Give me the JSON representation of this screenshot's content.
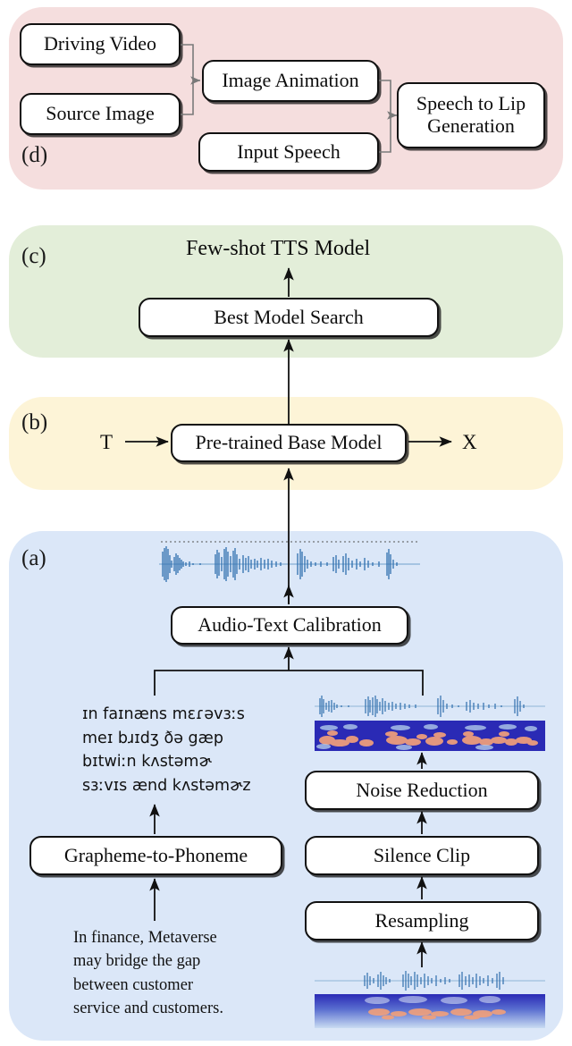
{
  "figure": {
    "title": "Few-shot TTS and Speech-to-Lip pipeline diagram",
    "panels": [
      {
        "id": "d",
        "label": "(d)",
        "color": "#f5dede"
      },
      {
        "id": "c",
        "label": "(c)",
        "color": "#e3eed9"
      },
      {
        "id": "b",
        "label": "(b)",
        "color": "#fdf4d7"
      },
      {
        "id": "a",
        "label": "(a)",
        "color": "#dbe7f8"
      }
    ]
  },
  "panel_d": {
    "label": "(d)",
    "bg": "#f5dede",
    "nodes": {
      "driving_video": "Driving Video",
      "source_image": "Source Image",
      "image_animation": "Image Animation",
      "input_speech": "Input Speech",
      "speech_to_lip": "Speech to Lip\nGeneration"
    }
  },
  "panel_c": {
    "label": "(c)",
    "bg": "#e3eed9",
    "output_label": "Few-shot TTS Model",
    "nodes": {
      "best_model_search": "Best Model Search"
    }
  },
  "panel_b": {
    "label": "(b)",
    "bg": "#fdf4d7",
    "input_symbol": "T",
    "output_symbol": "X",
    "nodes": {
      "pretrained_base_model": "Pre-trained Base Model"
    }
  },
  "panel_a": {
    "label": "(a)",
    "bg": "#dbe7f8",
    "nodes": {
      "audio_text_calibration": "Audio-Text Calibration",
      "grapheme_to_phoneme": "Grapheme-to-Phoneme",
      "noise_reduction": "Noise Reduction",
      "silence_clip": "Silence Clip",
      "resampling": "Resampling"
    },
    "phoneme_text": "ɪn faɪnæns mɛɾəvɜːs\nmeɪ bɹɪdʒ ðə gæp\nbɪtwiːn kʌstəmɚ\nsɜːvɪs ænd kʌstəmɚz",
    "source_text": "In finance, Metaverse\nmay bridge the gap\nbetween customer\nservice and customers.",
    "media": {
      "output_waveform": "audio-waveform",
      "clean_waveform": "audio-waveform",
      "clean_spectrogram": "spectrogram",
      "raw_waveform": "audio-waveform",
      "raw_spectrogram": "spectrogram"
    }
  },
  "colors": {
    "waveform": "#2f6fad",
    "spectrogram_bg": "#2a2ab5",
    "spectrogram_hot": "#f2a07a",
    "node_border": "#111111",
    "arrow": "#111111"
  }
}
